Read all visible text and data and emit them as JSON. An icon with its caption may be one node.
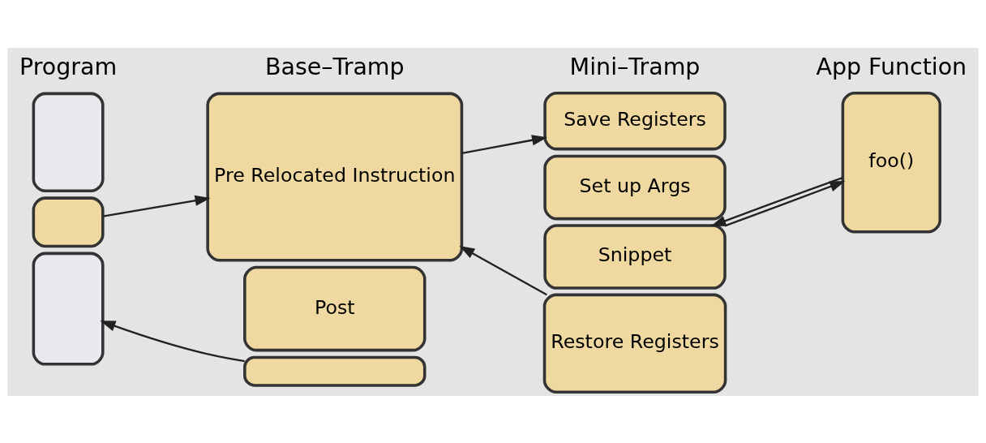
{
  "diagram": {
    "nodes": [
      {
        "text": [],
        "shape": "box"
      },
      {
        "text": [],
        "shape": "box"
      },
      {
        "text": [],
        "shape": "box"
      },
      {
        "text": [
          "Pre Relocated Instruction"
        ]
      },
      {
        "text": [
          "Post"
        ]
      },
      {
        "text": [],
        "shape": "box"
      },
      {
        "text": [
          "Save Registers"
        ]
      },
      {
        "text": [
          "Set up Args"
        ]
      },
      {
        "text": [
          "Snippet"
        ]
      },
      {
        "text": [
          "Restore Registers"
        ]
      },
      {
        "text": [
          "foo()"
        ]
      }
    ],
    "edges": [
      {
        "from": 1,
        "to": 3,
        "arrow": "to"
      },
      {
        "from": 3,
        "to": 6,
        "arrow": "to"
      },
      {
        "from": 9,
        "to": 3,
        "arrow": "to"
      },
      {
        "from": 8,
        "to": 10,
        "arrow": "to"
      },
      {
        "from": 10,
        "to": 8,
        "arrow": "to"
      },
      {
        "from": 5,
        "to": 2,
        "arrow": "to"
      }
    ],
    "labels": [
      "Program",
      "Base–Tramp",
      "Mini–Tramp",
      "App Function"
    ]
  }
}
